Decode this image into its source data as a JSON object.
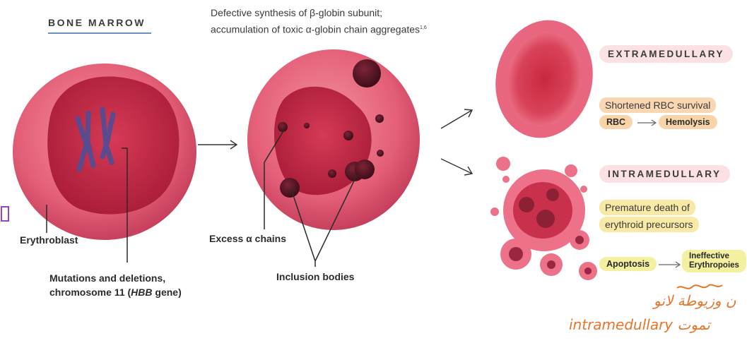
{
  "left": {
    "heading": "BONE MARROW",
    "erythroblast_label": "Erythroblast",
    "mutation_line1": "Mutations and deletions,",
    "mutation_line2_pre": "chromosome 11 (",
    "mutation_line2_gene": "HBB",
    "mutation_line2_post": " gene)"
  },
  "middle": {
    "caption_line1": "Defective synthesis of β-globin subunit;",
    "caption_line2": "accumulation of toxic α-globin chain aggregates",
    "caption_ref": "1,6",
    "excess_label": "Excess α chains",
    "inclusion_label": "Inclusion bodies"
  },
  "extramedullary": {
    "badge": "EXTRAMEDULLARY",
    "summary": "Shortened RBC survival",
    "from": "RBC",
    "to": "Hemolysis"
  },
  "intramedullary": {
    "badge": "INTRAMEDULLARY",
    "line1": "Premature death of",
    "line2": "erythroid precursors",
    "from": "Apoptosis",
    "to_line1": "Ineffective",
    "to_line2": "Erythropoies"
  },
  "annotations": {
    "arabic_line": "ن وزيوطة لانو",
    "latin_line_en": "intramedullary",
    "latin_line_ar": "تموت"
  },
  "colors": {
    "cell_outer": "#e8667f",
    "cell_inner": "#c92b46",
    "chromosome": "#5b4a8e",
    "underline": "#6a8fc3",
    "highlight_yellow": "#f8eaa6",
    "highlight_peach": "#f9d7b3",
    "annotation_orange": "#e8742a"
  }
}
